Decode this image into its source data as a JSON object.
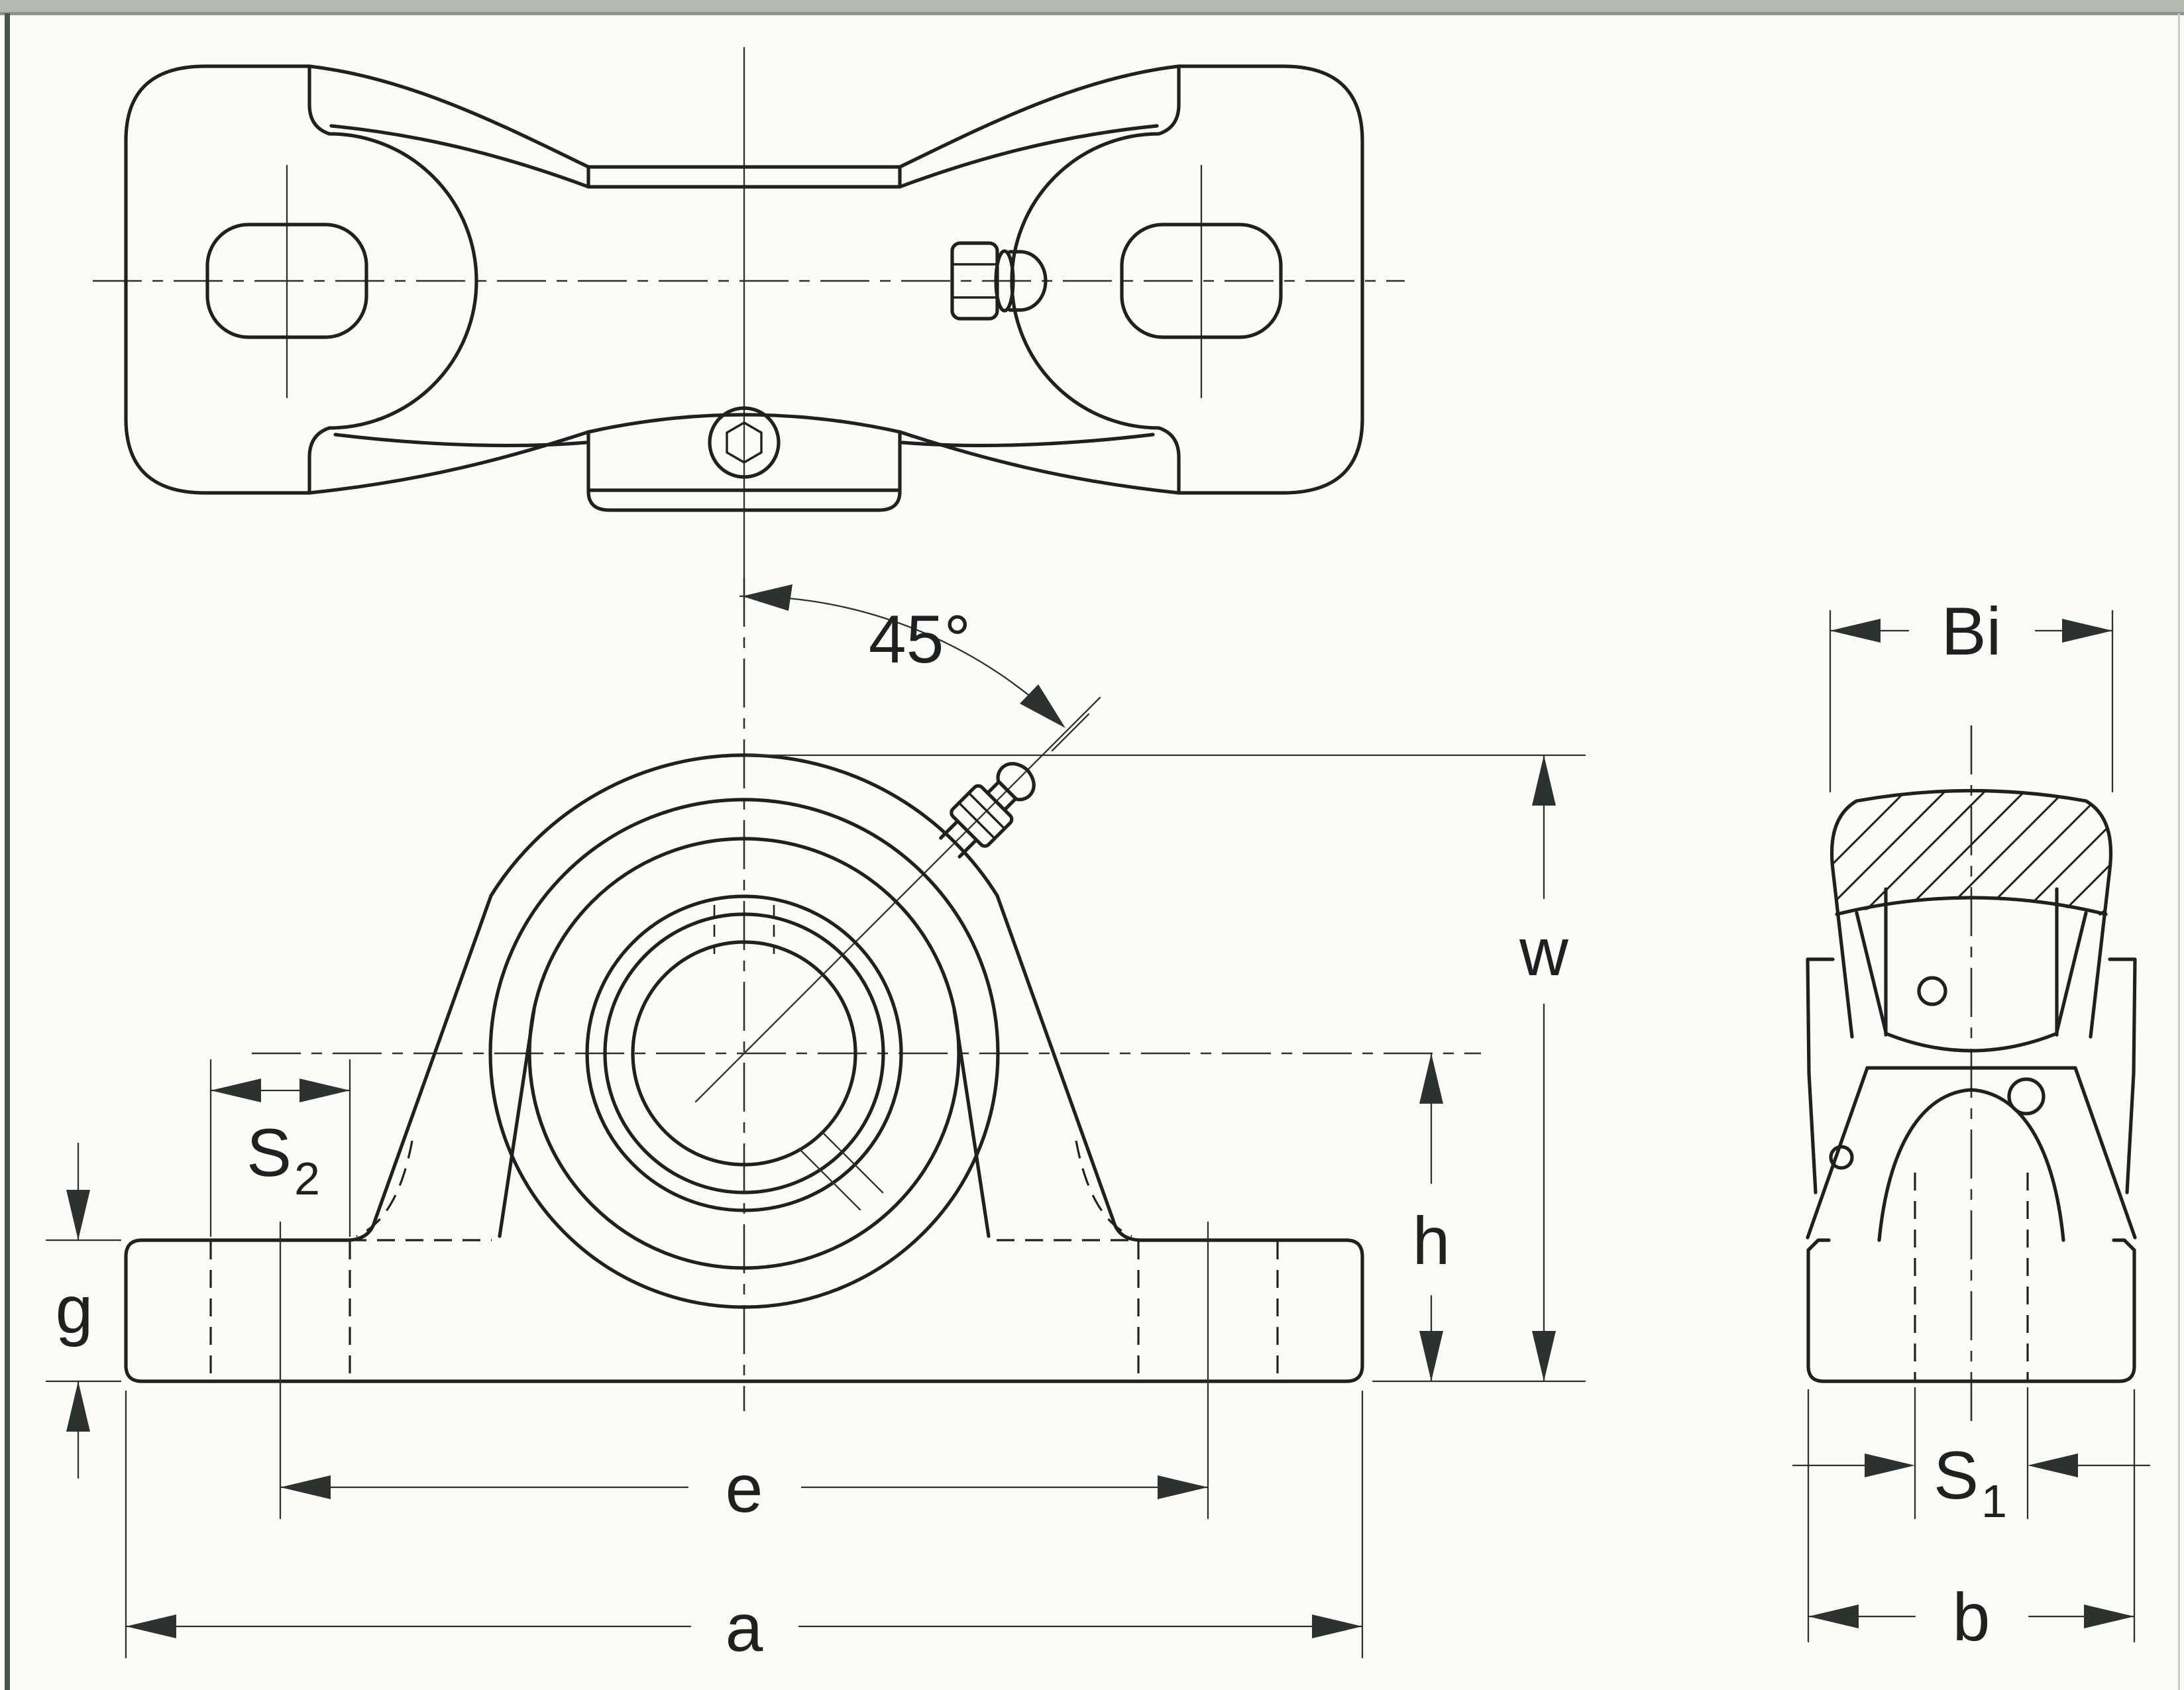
{
  "labels": {
    "angle": "45°",
    "s2_base": "S",
    "s2_sub": "2",
    "g": "g",
    "e": "e",
    "a": "a",
    "h": "h",
    "w": "w",
    "bi": "Bi",
    "s1_base": "S",
    "s1_sub": "1",
    "b": "b"
  },
  "colors": {
    "paper": "#fbfbf7",
    "ink": "#1d211f",
    "dim": "#2b322f",
    "scan-top": "#b5bab0",
    "scan-edge": "#49524b"
  }
}
